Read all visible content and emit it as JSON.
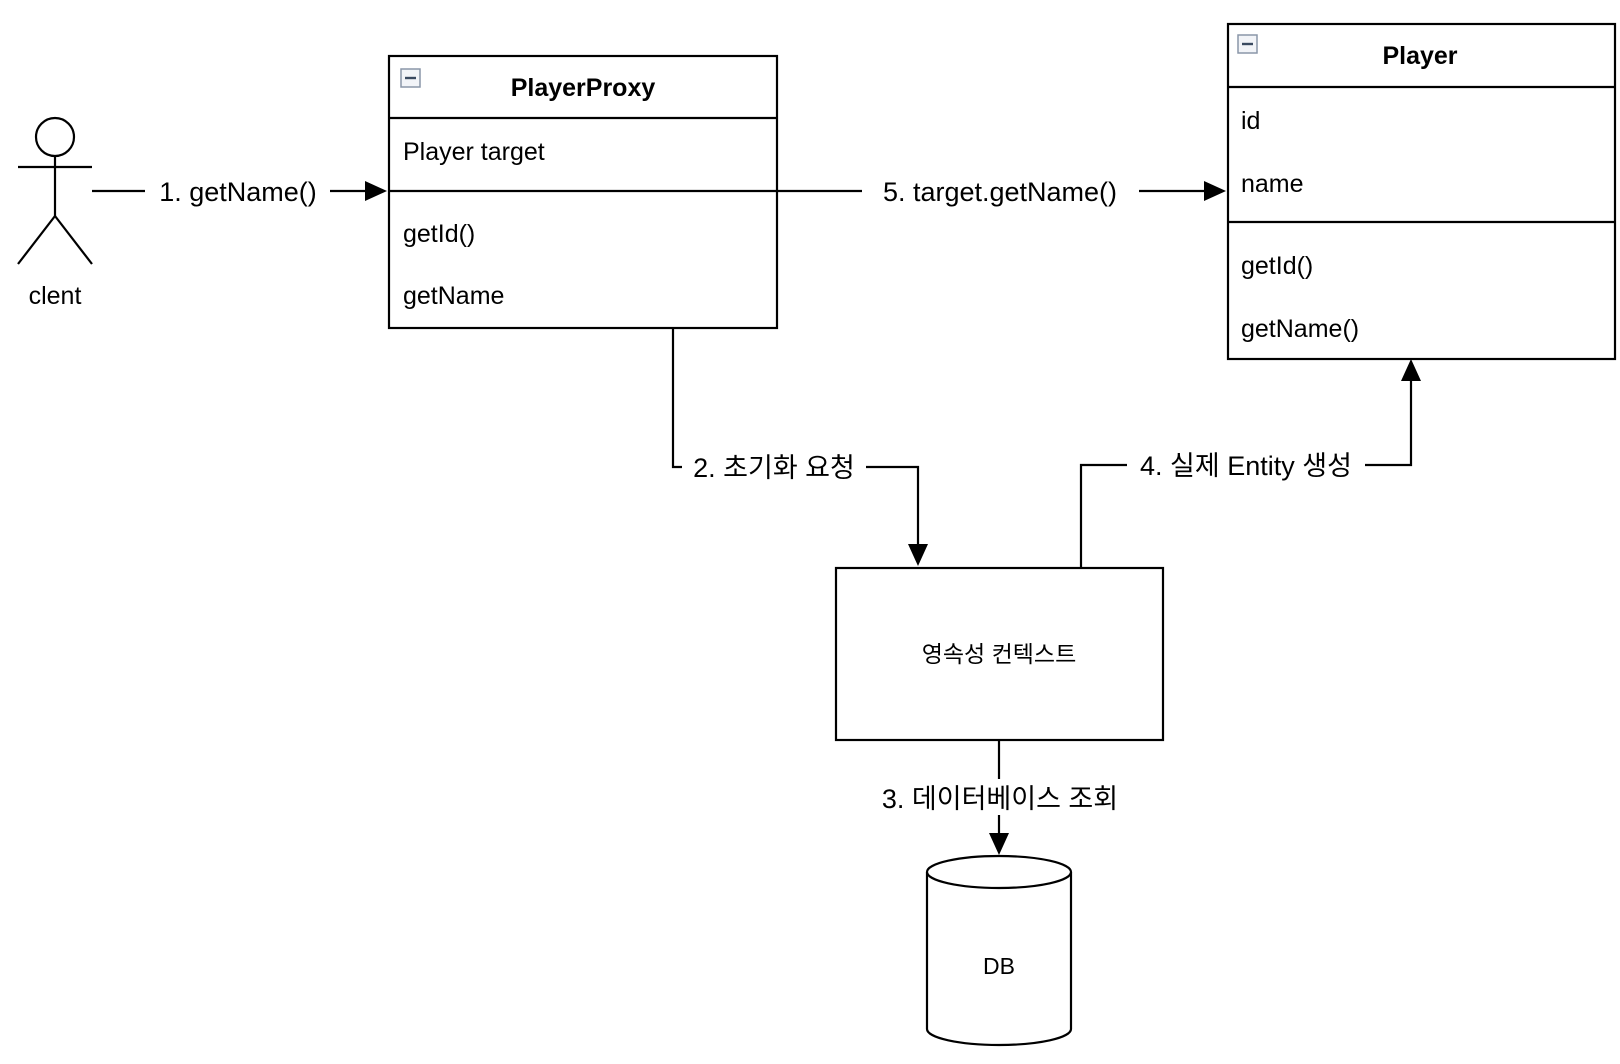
{
  "actor": {
    "label": "clent"
  },
  "classes": {
    "player_proxy": {
      "name": "PlayerProxy",
      "attributes": [
        "Player target"
      ],
      "methods": [
        "getId()",
        "getName"
      ]
    },
    "player": {
      "name": "Player",
      "attributes": [
        "id",
        "name"
      ],
      "methods": [
        "getId()",
        "getName()"
      ]
    }
  },
  "persistence_context": {
    "label": "영속성 컨텍스트"
  },
  "database": {
    "label": "DB"
  },
  "edges": {
    "step1": "1. getName()",
    "step2": "2. 초기화 요청",
    "step3": "3. 데이터베이스 조회",
    "step4": "4. 실제 Entity 생성",
    "step5": "5. target.getName()"
  }
}
